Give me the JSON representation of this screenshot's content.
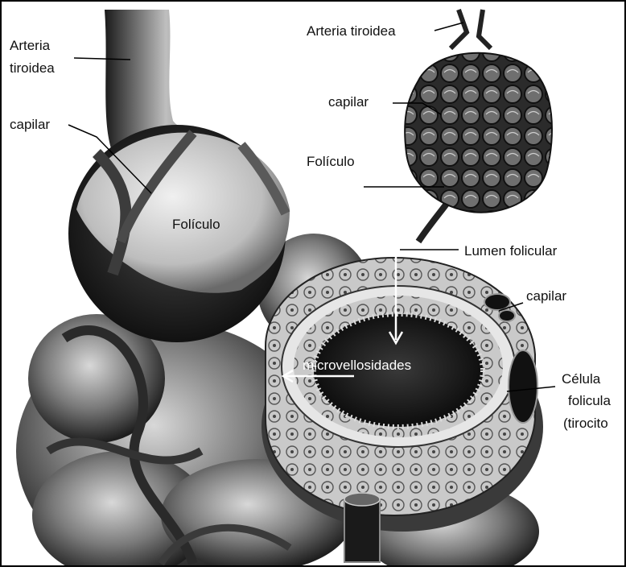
{
  "labels": {
    "arteria_left_line1": "Arteria",
    "arteria_left_line2": "tiroidea",
    "capilar_left": "capilar",
    "foliculo_center": "Folículo",
    "arteria_top_right": "Arteria tiroidea",
    "capilar_top_right": "capilar",
    "foliculo_right": "Folículo",
    "lumen": "Lumen folicular",
    "capilar_right": "capilar",
    "microvellosidades": "microvellosidades",
    "celula_line1": "Célula",
    "celula_line2": "folicula",
    "celula_line3": "(tirocito"
  },
  "colors": {
    "frame": "#000000",
    "label_text": "#111111",
    "label_text_inverse": "#ffffff"
  }
}
